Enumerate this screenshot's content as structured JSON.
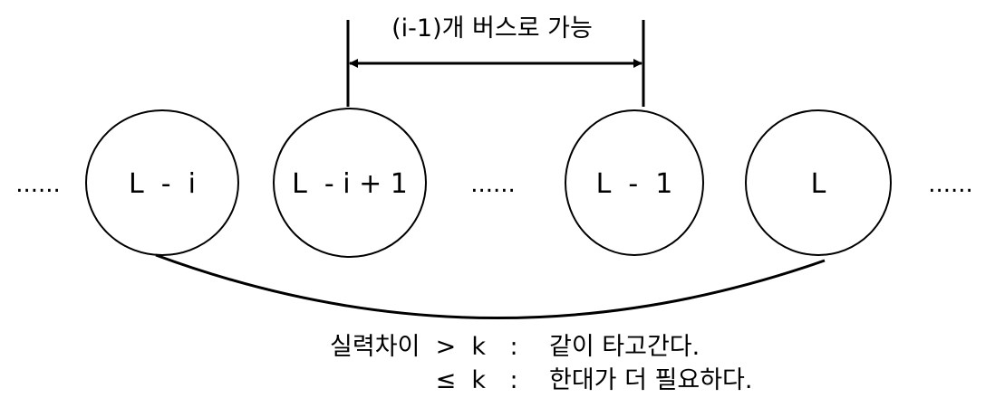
{
  "span_label": "(i-1)개 버스로 가능",
  "nodes": [
    {
      "label": "L  -  i"
    },
    {
      "label": "L  - i + 1"
    },
    {
      "label": "L  -  1"
    },
    {
      "label": "L"
    }
  ],
  "ellipses": {
    "left": "......",
    "middle": "......",
    "right": "......"
  },
  "conditions": [
    {
      "symbol": "실력차이  >  k",
      "colon": ":",
      "result": "같이 타고간다."
    },
    {
      "symbol": "≤  k",
      "colon": ":",
      "result": "한대가 더 필요하다."
    }
  ],
  "colors": {
    "stroke": "#000000",
    "background": "#ffffff"
  }
}
